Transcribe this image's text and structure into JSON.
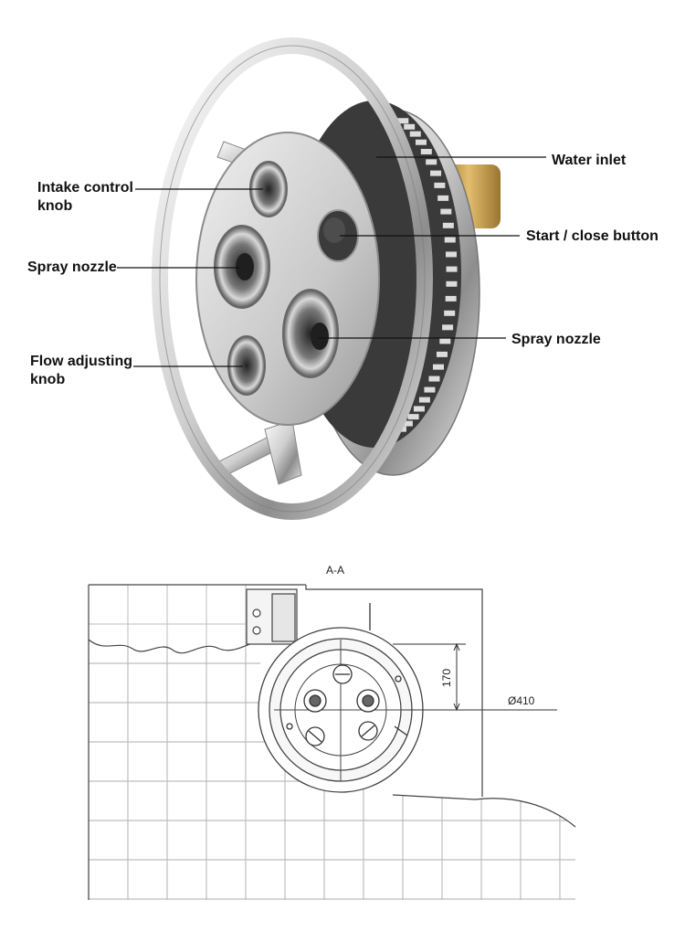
{
  "callouts": {
    "intake_control_knob": "Intake control\nknob",
    "spray_nozzle_left": "Spray nozzle",
    "flow_adjusting_knob": "Flow adjusting\nknob",
    "water_inlet": "Water inlet",
    "start_close_button": "Start / close button",
    "spray_nozzle_right": "Spray nozzle"
  },
  "drawing": {
    "section_label": "A-A",
    "dimension_height": "170",
    "dimension_diameter": "Ø410"
  },
  "colors": {
    "chrome_light": "#f2f2f2",
    "chrome_dark": "#6b6b6b",
    "brass": "#c9a14a",
    "grid_line": "#bdbdbd",
    "drawing_line": "#444444"
  }
}
